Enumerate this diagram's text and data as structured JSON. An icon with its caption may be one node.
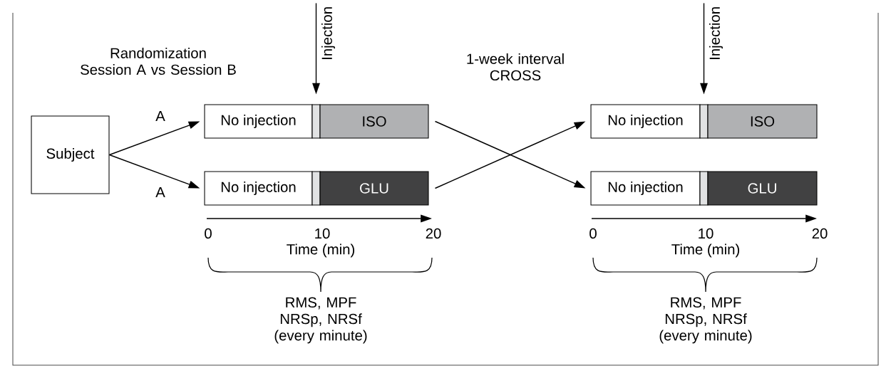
{
  "diagram": {
    "nodes": [
      {
        "text": [
          "Subject"
        ]
      },
      {
        "text": [
          "No injection"
        ]
      },
      {
        "text": [],
        "shape": "bar"
      },
      {
        "text": [
          "ISO"
        ]
      },
      {
        "text": [
          "No injection"
        ]
      },
      {
        "text": [],
        "shape": "bar"
      },
      {
        "text": [
          "GLU"
        ]
      },
      {
        "text": [
          "No injection"
        ]
      },
      {
        "text": [],
        "shape": "bar"
      },
      {
        "text": [
          "ISO"
        ]
      },
      {
        "text": [
          "No injection"
        ]
      },
      {
        "text": [],
        "shape": "bar"
      },
      {
        "text": [
          "GLU"
        ]
      }
    ],
    "edges": [
      {
        "from": 0,
        "to": 1,
        "arrow": "to",
        "label": "A"
      },
      {
        "from": 0,
        "to": 4,
        "arrow": "to",
        "label": "A"
      },
      {
        "from": 3,
        "to": 10,
        "arrow": "to"
      },
      {
        "from": 6,
        "to": 7,
        "arrow": "to"
      },
      {
        "from": null,
        "to": 2,
        "arrow": "to",
        "label": "Injection"
      },
      {
        "from": null,
        "to": 8,
        "arrow": "to",
        "label": "Injection"
      }
    ],
    "labels": [
      "Randomization Session A vs Session B",
      "1-week interval CROSS",
      "0",
      "10",
      "20",
      "Time (min)",
      "RMS, MPF NRSp, NRSf (every minute)",
      "0",
      "10",
      "20",
      "Time (min)",
      "RMS, MPF NRSp, NRSf (every minute)"
    ]
  }
}
